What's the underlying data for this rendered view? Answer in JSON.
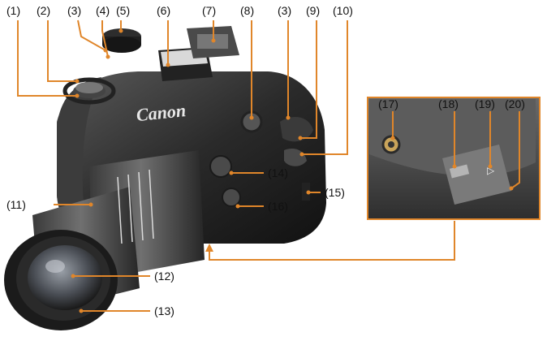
{
  "brand_text": "Canon",
  "accent_color": "#e0862a",
  "callouts": [
    {
      "id": "1",
      "label": "(1)"
    },
    {
      "id": "2",
      "label": "(2)"
    },
    {
      "id": "3a",
      "label": "(3)"
    },
    {
      "id": "4",
      "label": "(4)"
    },
    {
      "id": "5",
      "label": "(5)"
    },
    {
      "id": "6",
      "label": "(6)"
    },
    {
      "id": "7",
      "label": "(7)"
    },
    {
      "id": "8",
      "label": "(8)"
    },
    {
      "id": "3b",
      "label": "(3)"
    },
    {
      "id": "9",
      "label": "(9)"
    },
    {
      "id": "10",
      "label": "(10)"
    },
    {
      "id": "11",
      "label": "(11)"
    },
    {
      "id": "12",
      "label": "(12)"
    },
    {
      "id": "13",
      "label": "(13)"
    },
    {
      "id": "14",
      "label": "(14)"
    },
    {
      "id": "15",
      "label": "(15)"
    },
    {
      "id": "16",
      "label": "(16)"
    },
    {
      "id": "17",
      "label": "(17)"
    },
    {
      "id": "18",
      "label": "(18)"
    },
    {
      "id": "19",
      "label": "(19)"
    },
    {
      "id": "20",
      "label": "(20)"
    }
  ]
}
